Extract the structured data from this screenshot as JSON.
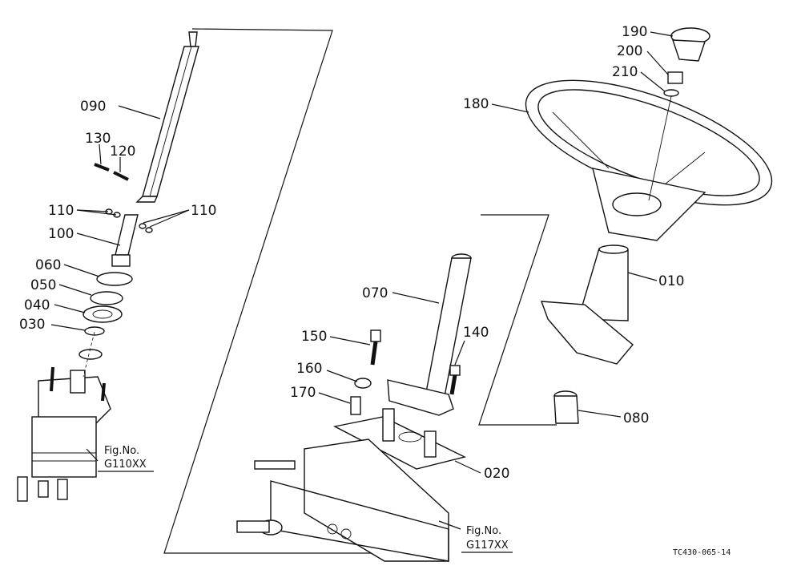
{
  "parts": {
    "p010": "010",
    "p020": "020",
    "p030": "030",
    "p040": "040",
    "p050": "050",
    "p060": "060",
    "p070": "070",
    "p080": "080",
    "p090": "090",
    "p100": "100",
    "p110a": "110",
    "p110b": "110",
    "p120": "120",
    "p130": "130",
    "p140": "140",
    "p150": "150",
    "p160": "160",
    "p170": "170",
    "p180": "180",
    "p190": "190",
    "p200": "200",
    "p210": "210"
  },
  "refs": {
    "left_line1": "Fig.No.",
    "left_line2": "G110XX",
    "right_line1": "Fig.No.",
    "right_line2": "G117XX"
  },
  "drawing_code": "TC430-065-14"
}
